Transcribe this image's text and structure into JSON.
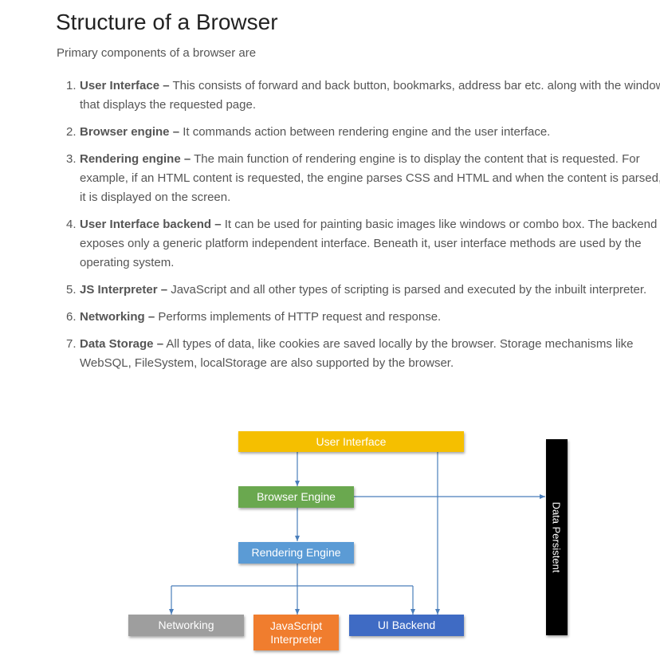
{
  "page": {
    "title": "Structure of a Browser",
    "intro": "Primary components of a browser are"
  },
  "components": [
    {
      "num": "1.",
      "term": "User Interface –",
      "desc": " This consists of forward and back button, bookmarks, address bar etc. along with the window that displays the requested page."
    },
    {
      "num": "2.",
      "term": "Browser engine –",
      "desc": " It commands action between rendering engine and the user interface."
    },
    {
      "num": "3.",
      "term": "Rendering engine –",
      "desc": " The main function of rendering engine is to display the content that is requested. For example, if an HTML content is requested, the engine parses CSS and HTML and when the content is parsed, it is displayed on the screen."
    },
    {
      "num": "4.",
      "term": "User Interface backend –",
      "desc": " It can be used for painting basic images like windows or combo box. The backend exposes only a generic platform independent interface. Beneath it, user interface methods are used by the operating system."
    },
    {
      "num": "5.",
      "term": "JS Interpreter –",
      "desc": " JavaScript and all other types of scripting is parsed and executed by the inbuilt interpreter."
    },
    {
      "num": "6.",
      "term": "Networking –",
      "desc": " Performs implements of HTTP request and response."
    },
    {
      "num": "7.",
      "term": "Data Storage –",
      "desc": " All types of data, like cookies are saved locally by the browser. Storage mechanisms like WebSQL, FileSystem, localStorage are also supported by the browser."
    }
  ],
  "diagram": {
    "user_interface": "User Interface",
    "browser_engine": "Browser Engine",
    "rendering_engine": "Rendering Engine",
    "networking": "Networking",
    "js_interpreter_line1": "JavaScript",
    "js_interpreter_line2": "Interpreter",
    "ui_backend": "UI Backend",
    "data_persistent": "Data Persistent",
    "colors": {
      "user_interface": "#f5bf00",
      "browser_engine": "#6aa84f",
      "rendering_engine": "#5b9bd5",
      "networking": "#9e9e9e",
      "js_interpreter": "#f07d2e",
      "ui_backend": "#3f6bc4",
      "data_persistent": "#000000",
      "connector": "#4a7ebb"
    }
  }
}
